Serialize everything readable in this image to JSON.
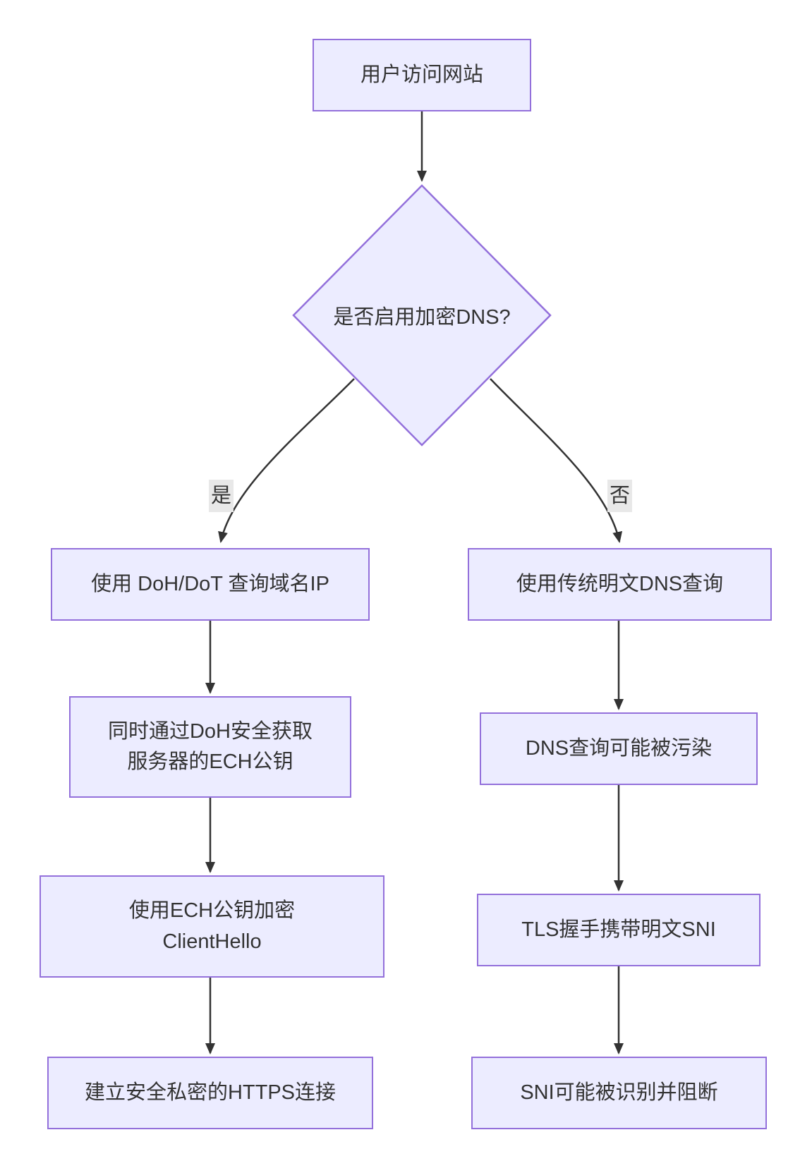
{
  "diagram": {
    "type": "flowchart",
    "direction": "top-bottom"
  },
  "nodes": {
    "start": {
      "shape": "rect",
      "label": "用户访问网站"
    },
    "decision": {
      "shape": "diamond",
      "label": "是否启用加密DNS?"
    },
    "doh_query": {
      "shape": "rect",
      "label": "使用 DoH/DoT 查询域名IP"
    },
    "ech_fetch": {
      "shape": "rect",
      "line1": "同时通过DoH安全获取",
      "line2": "服务器的ECH公钥"
    },
    "ech_encrypt": {
      "shape": "rect",
      "line1": "使用ECH公钥加密",
      "line2": "ClientHello"
    },
    "https_ok": {
      "shape": "rect",
      "label": "建立安全私密的HTTPS连接"
    },
    "plain_dns": {
      "shape": "rect",
      "label": "使用传统明文DNS查询"
    },
    "dns_pollution": {
      "shape": "rect",
      "label": "DNS查询可能被污染"
    },
    "tls_sni": {
      "shape": "rect",
      "label": "TLS握手携带明文SNI"
    },
    "sni_block": {
      "shape": "rect",
      "label": "SNI可能被识别并阻断"
    }
  },
  "edges": [
    {
      "from": "start",
      "to": "decision",
      "label": ""
    },
    {
      "from": "decision",
      "to": "doh_query",
      "label": "是"
    },
    {
      "from": "decision",
      "to": "plain_dns",
      "label": "否"
    },
    {
      "from": "doh_query",
      "to": "ech_fetch",
      "label": ""
    },
    {
      "from": "ech_fetch",
      "to": "ech_encrypt",
      "label": ""
    },
    {
      "from": "ech_encrypt",
      "to": "https_ok",
      "label": ""
    },
    {
      "from": "plain_dns",
      "to": "dns_pollution",
      "label": ""
    },
    {
      "from": "dns_pollution",
      "to": "tls_sni",
      "label": ""
    },
    {
      "from": "tls_sni",
      "to": "sni_block",
      "label": ""
    }
  ],
  "colors": {
    "node_fill": "#ECECFF",
    "node_border": "#9370DB",
    "edge": "#333333",
    "text": "#333333",
    "label_bg": "#e8e8e8",
    "background": "#ffffff"
  }
}
